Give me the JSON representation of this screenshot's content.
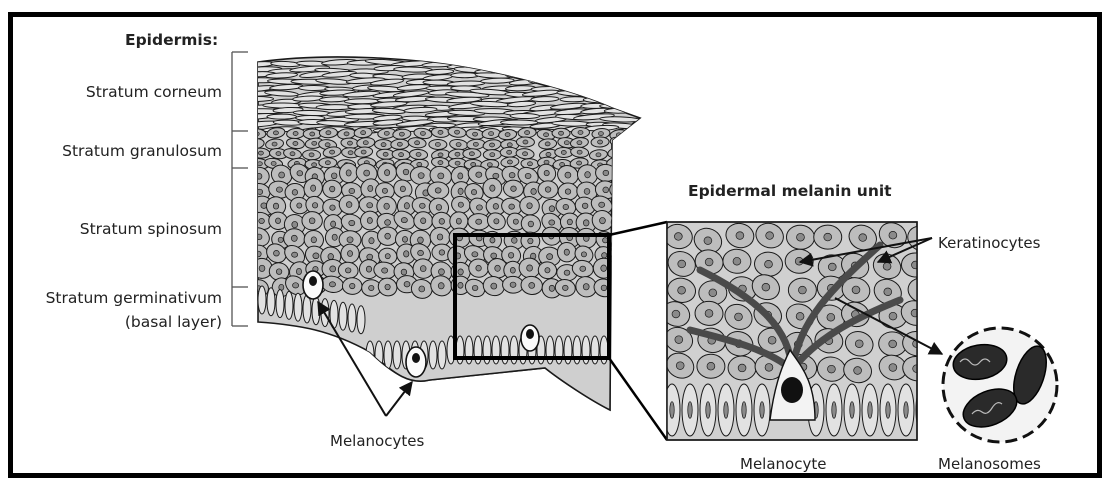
{
  "diagram": {
    "epidermis_heading": "Epidermis:",
    "strata": [
      {
        "label": "Stratum corneum"
      },
      {
        "label": "Stratum granulosum"
      },
      {
        "label": "Stratum spinosum"
      },
      {
        "label": "Stratum germinativum"
      },
      {
        "label": "(basal layer)"
      }
    ],
    "inset_heading": "Epidermal melanin unit",
    "keratinocytes_label": "Keratinocytes",
    "melanocytes_label": "Melanocytes",
    "melanocyte_label": "Melanocyte",
    "melanosomes_label": "Melanosomes",
    "colors": {
      "stroke": "#1a1a1a",
      "cell_fill": "#bdbdbd",
      "cell_light": "#e2e2e2",
      "cell_dark": "#8a8a8a"
    }
  }
}
